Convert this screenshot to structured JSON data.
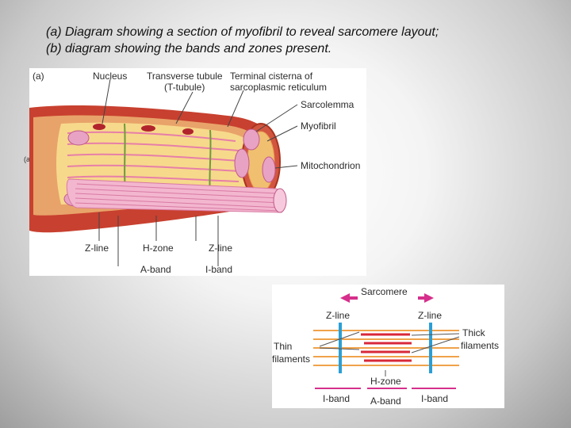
{
  "caption": {
    "line1": "(a) Diagram showing a section of myofibril to reveal sarcomere layout;",
    "line2": "(b) diagram showing the bands and zones present."
  },
  "panel_a": {
    "tag": "(a)",
    "side_tag": "(a)",
    "labels": {
      "nucleus": "Nucleus",
      "transverse_tubule": "Transverse tubule",
      "t_tubule": "(T-tubule)",
      "terminal_cisterna": "Terminal cisterna of",
      "sarcoplasmic_reticulum": "sarcoplasmic reticulum",
      "sarcolemma": "Sarcolemma",
      "myofibril": "Myofibril",
      "mitochondrion": "Mitochondrion",
      "z_line_left": "Z-line",
      "h_zone": "H-zone",
      "z_line_right": "Z-line",
      "a_band": "A-band",
      "i_band": "I-band"
    }
  },
  "panel_b": {
    "labels": {
      "sarcomere": "Sarcomere",
      "z_line_left": "Z-line",
      "z_line_right": "Z-line",
      "thick": "Thick",
      "filaments_thick": "filaments",
      "thin": "Thin",
      "filaments_thin": "filaments",
      "h_zone": "H-zone",
      "i_band_left": "I-band",
      "a_band": "A-band",
      "i_band_right": "I-band"
    }
  },
  "colors": {
    "muscle_red": "#c0392b",
    "sarcolemma_orange": "#e8a36a",
    "myofibril_pink": "#f3b6cf",
    "reticulum_yellow": "#f5d76e",
    "z_line_blue": "#2a9fd6",
    "thick_filament_red": "#d8283a",
    "thin_filament_orange": "#f0a24a",
    "arrow_magenta": "#d62f8c"
  }
}
